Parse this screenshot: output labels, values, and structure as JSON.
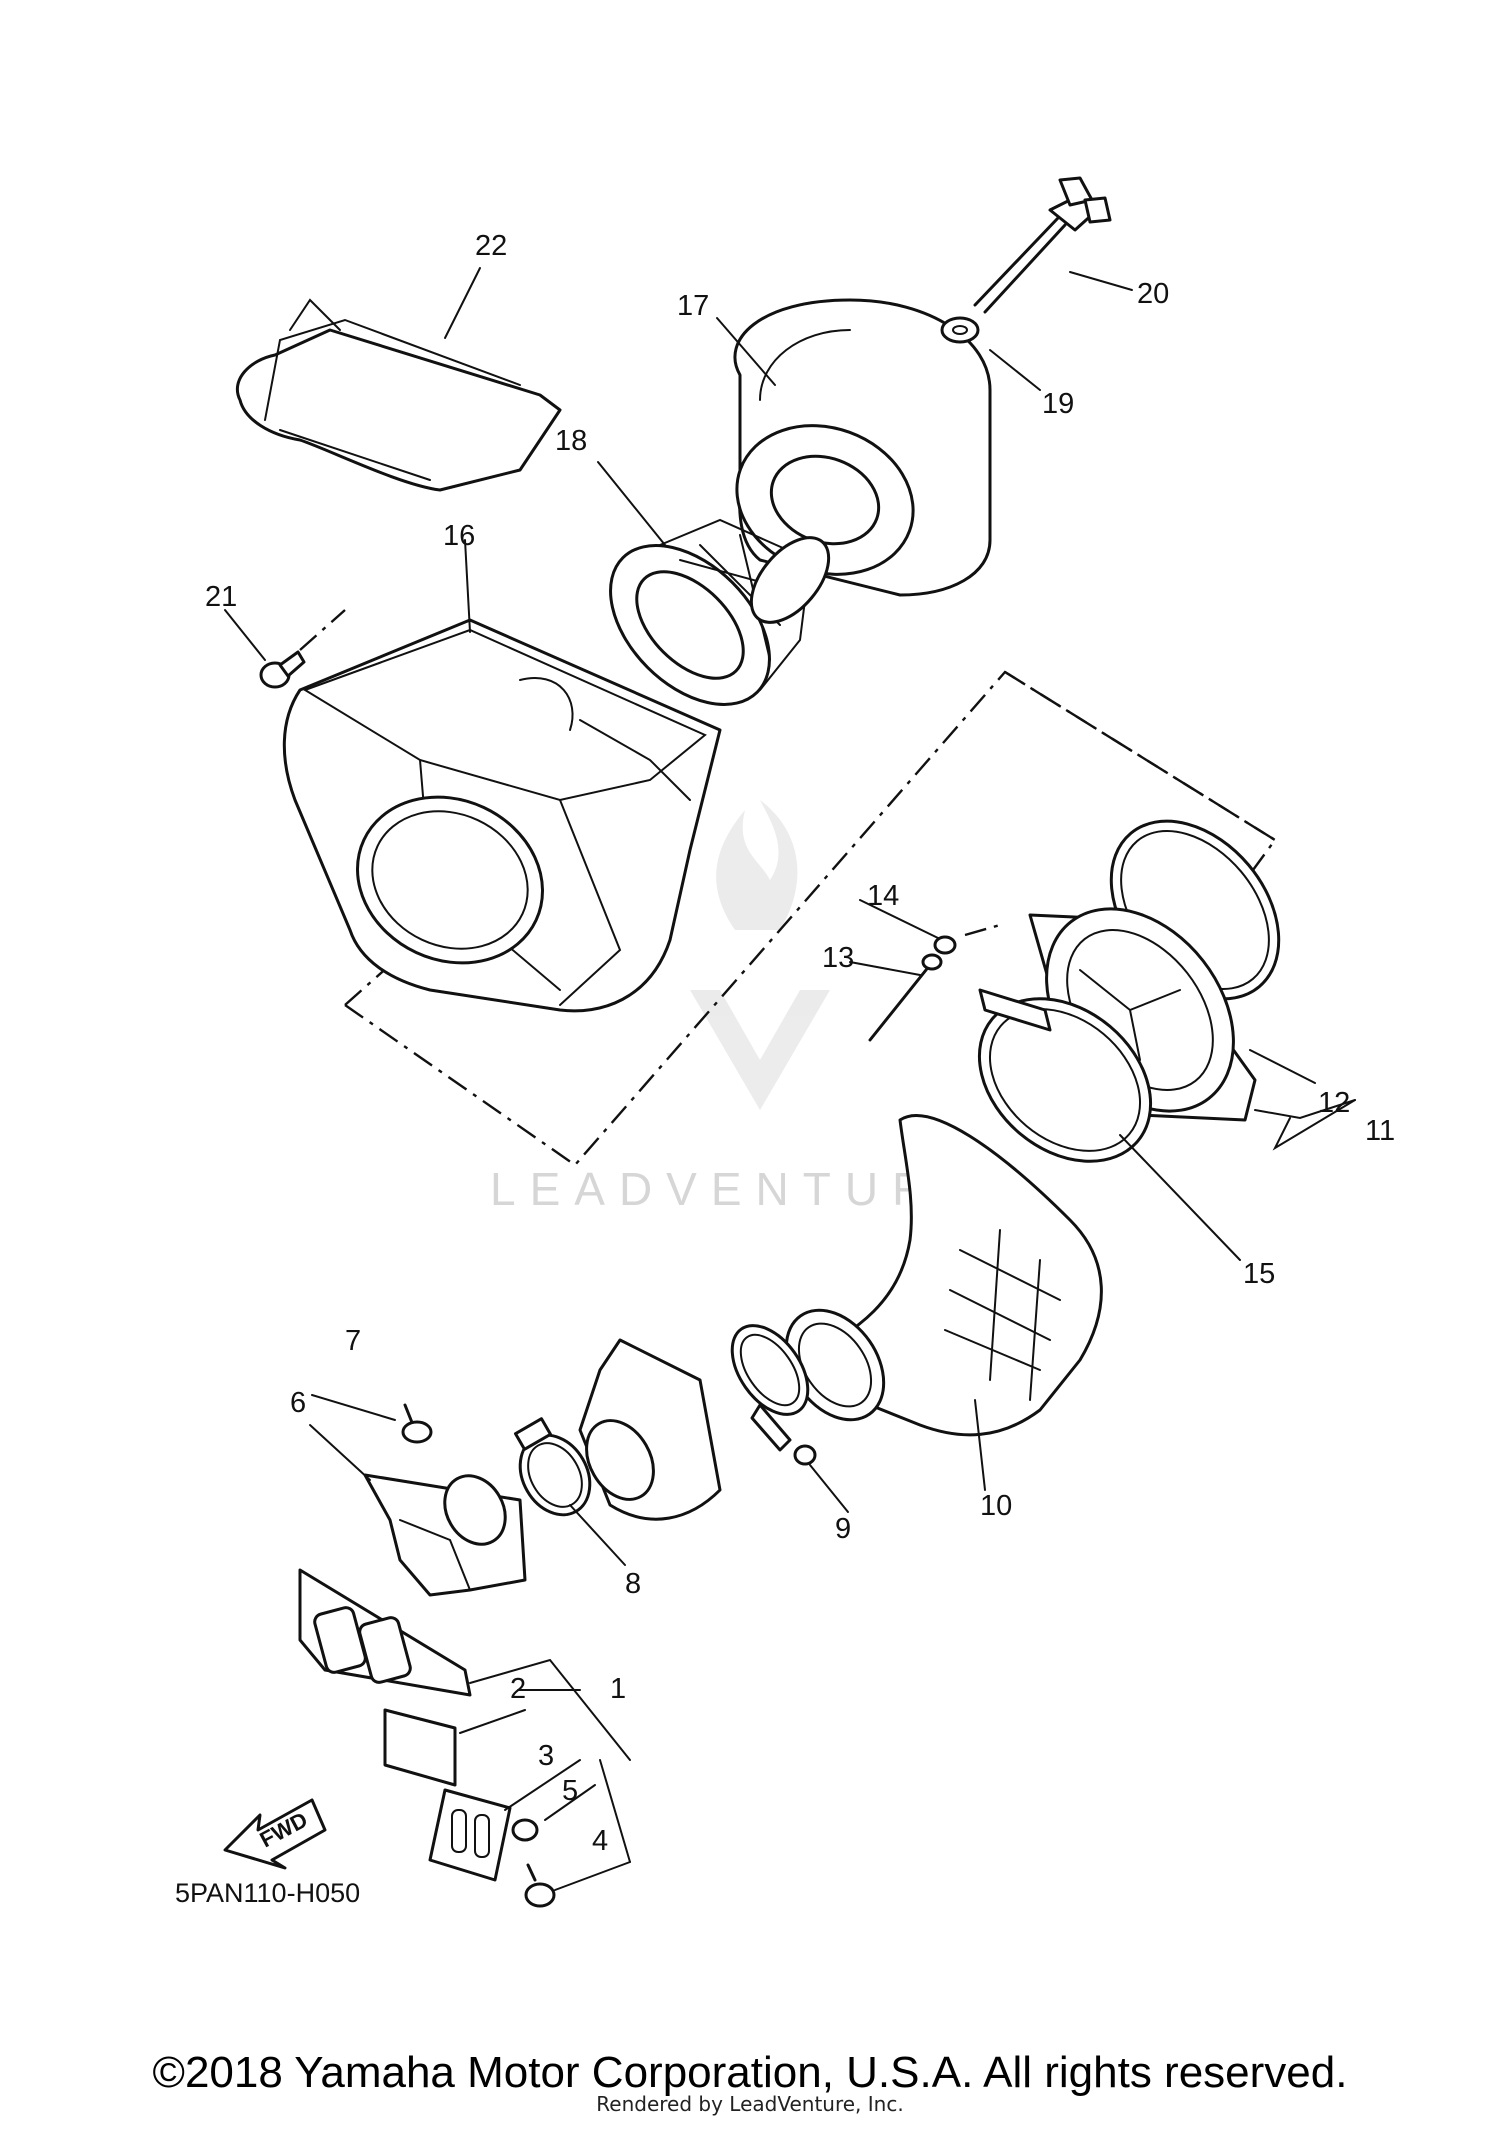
{
  "diagram": {
    "part_code": "5PAN110-H050",
    "fwd_label": "FWD",
    "watermark": "LEADVENTURE",
    "callouts": [
      "1",
      "2",
      "3",
      "4",
      "5",
      "6",
      "7",
      "8",
      "9",
      "10",
      "11",
      "12",
      "13",
      "14",
      "15",
      "16",
      "17",
      "18",
      "19",
      "20",
      "21",
      "22"
    ]
  },
  "footer": {
    "copyright": "©2018 Yamaha Motor Corporation, U.S.A. All rights reserved.",
    "rendered_by": "Rendered by LeadVenture, Inc."
  }
}
